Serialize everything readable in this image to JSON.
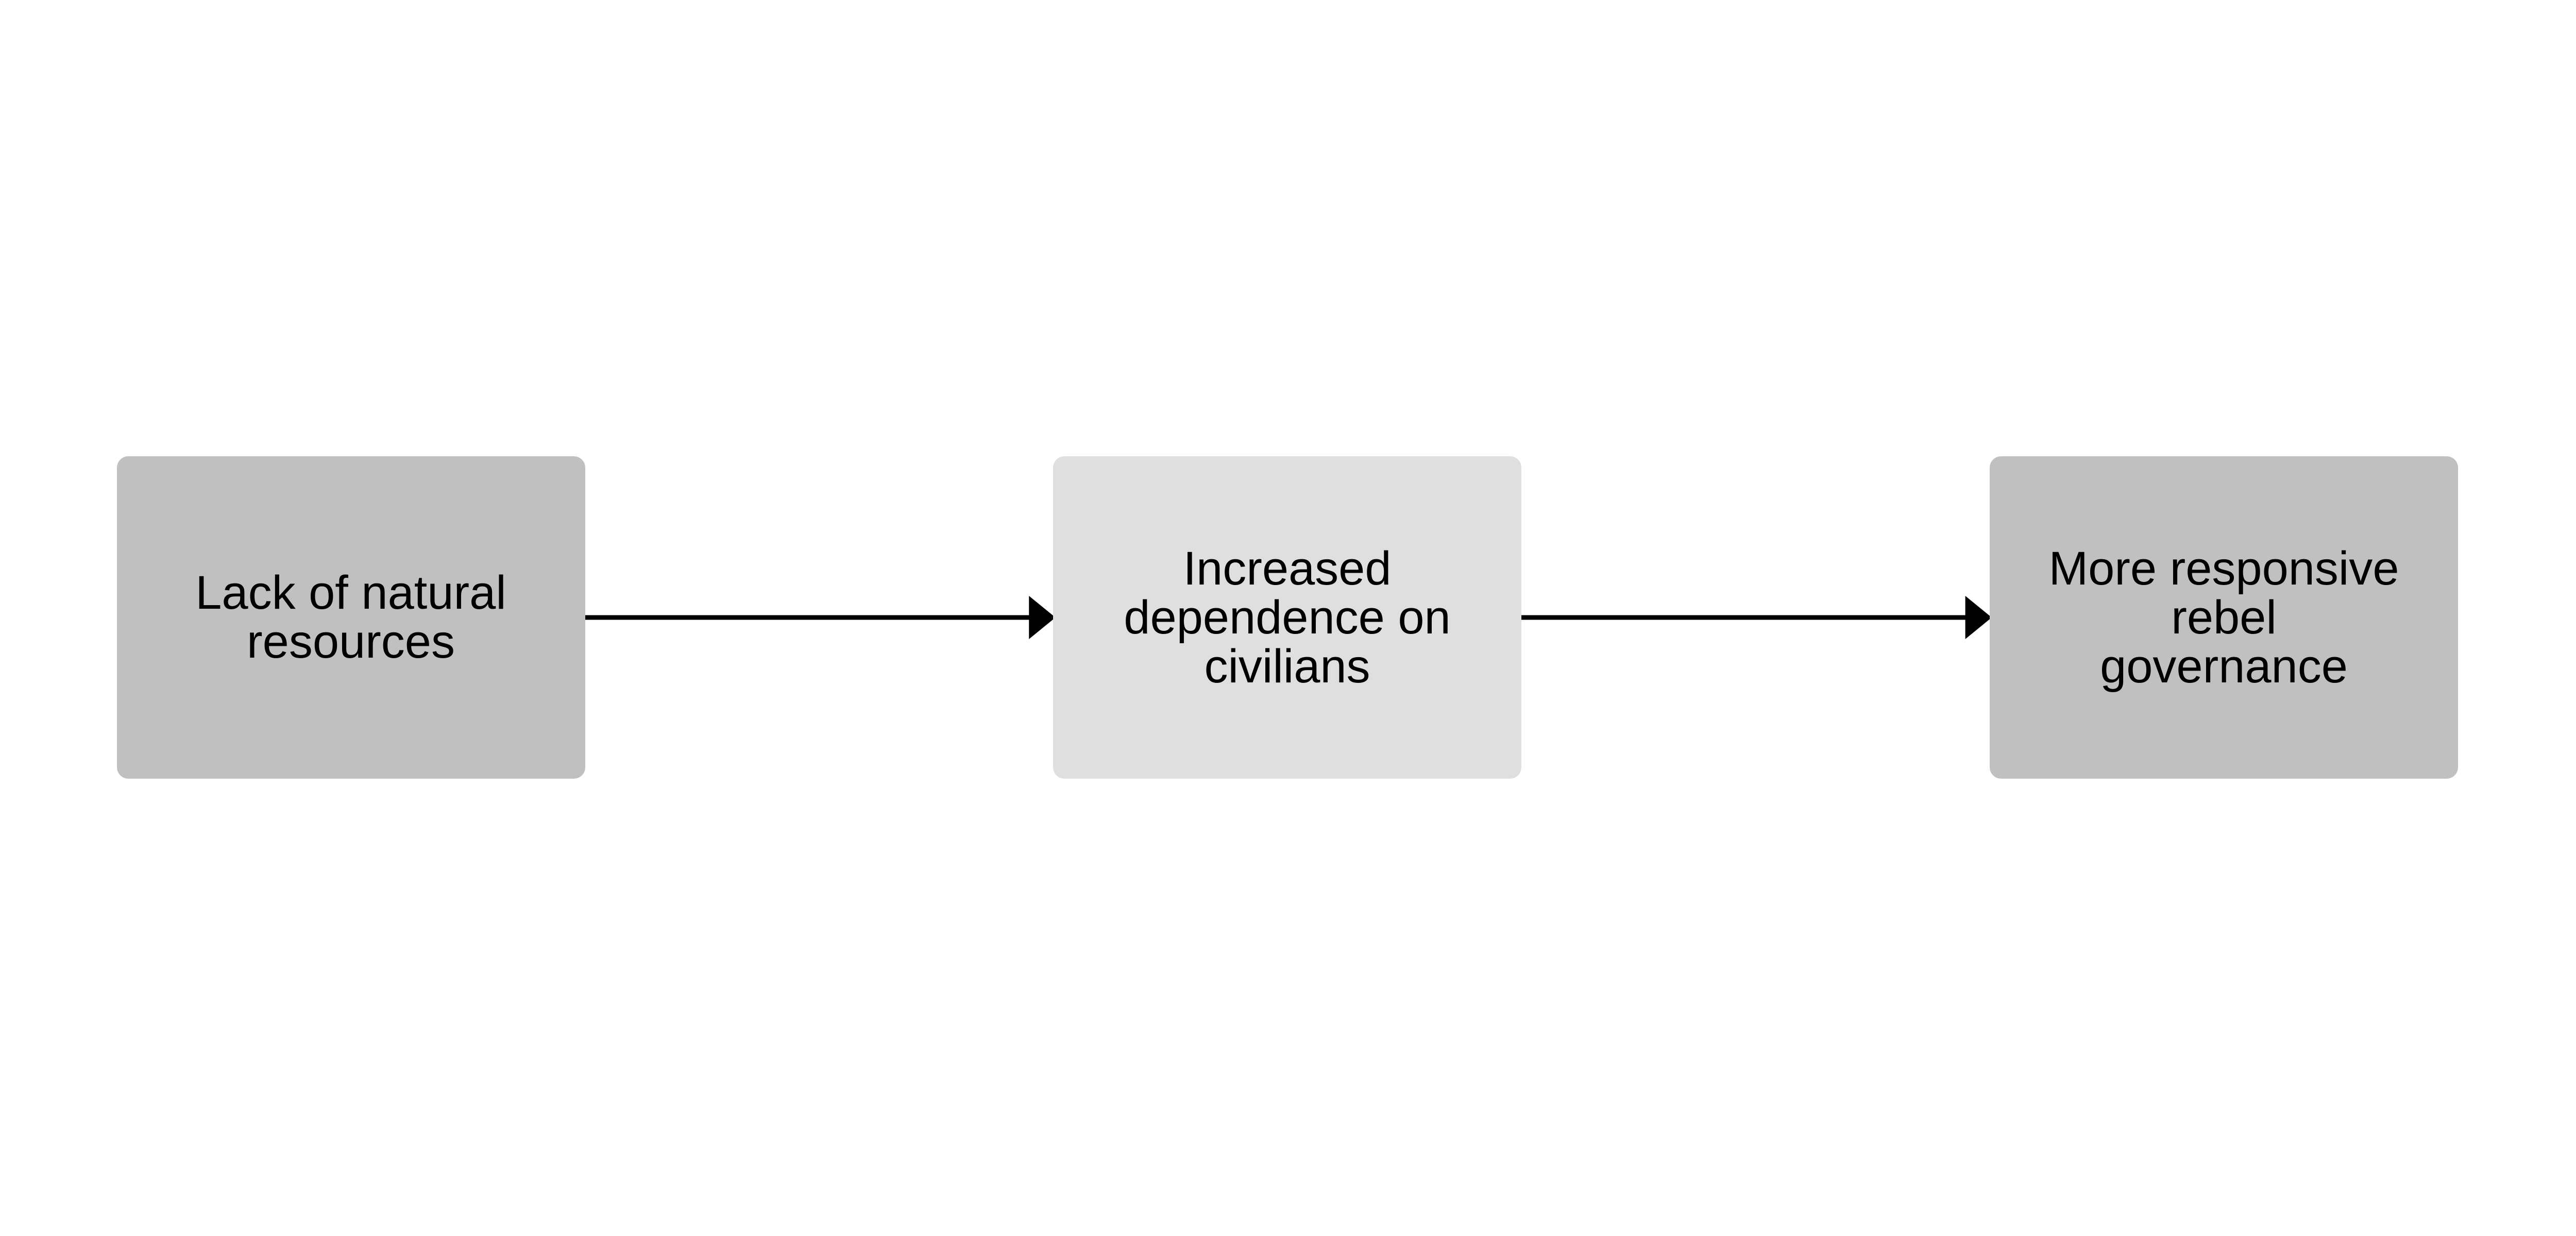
{
  "nodes": [
    {
      "label": "Lack of natural\nresources",
      "color": "#c0c0c0"
    },
    {
      "label": "Increased\ndependence on\ncivilians",
      "color": "#dfdfdf"
    },
    {
      "label": "More responsive\nrebel\ngovernance",
      "color": "#c0c0c0"
    }
  ],
  "edges": [
    {
      "from": 0,
      "to": 1
    },
    {
      "from": 1,
      "to": 2
    }
  ]
}
